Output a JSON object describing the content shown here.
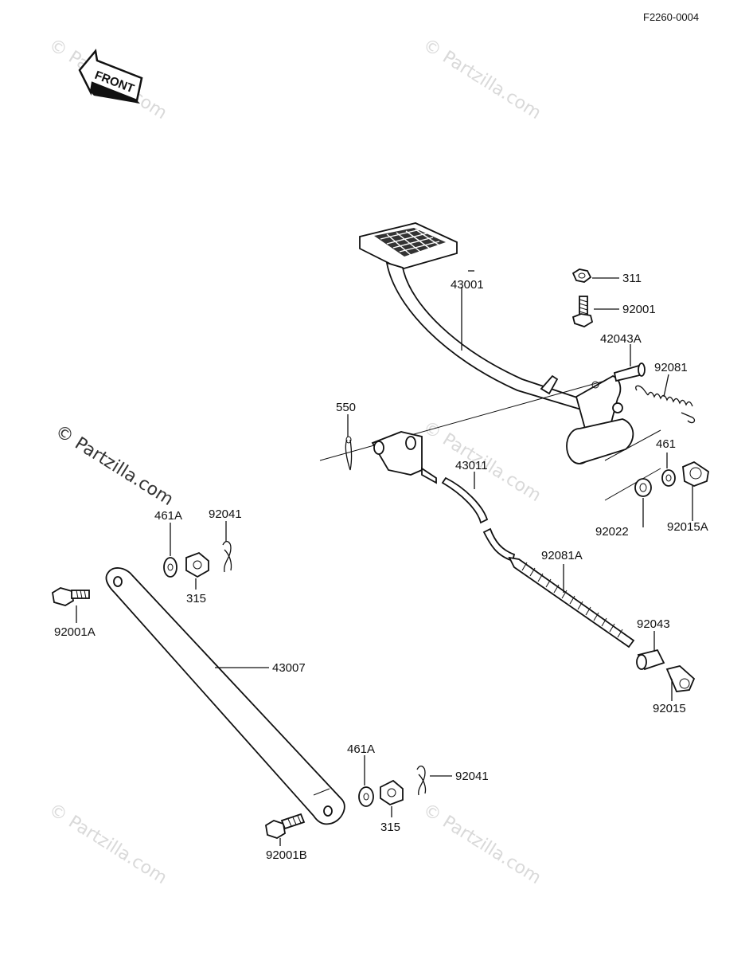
{
  "diagram_code": "F2260-0004",
  "front_label": "FRONT",
  "watermark": "© Partzilla.com",
  "parts": {
    "p311": "311",
    "p92001": "92001",
    "p42043A": "42043A",
    "p92081": "92081",
    "p43001": "43001",
    "p550": "550",
    "p43011": "43011",
    "p461": "461",
    "p92022": "92022",
    "p92015A": "92015A",
    "p92081A": "92081A",
    "p92043": "92043",
    "p92015": "92015",
    "p461A_top": "461A",
    "p92041_top": "92041",
    "p315_top": "315",
    "p92001A": "92001A",
    "p43007": "43007",
    "p461A_bottom": "461A",
    "p92041_bottom": "92041",
    "p315_bottom": "315",
    "p92001B": "92001B"
  }
}
